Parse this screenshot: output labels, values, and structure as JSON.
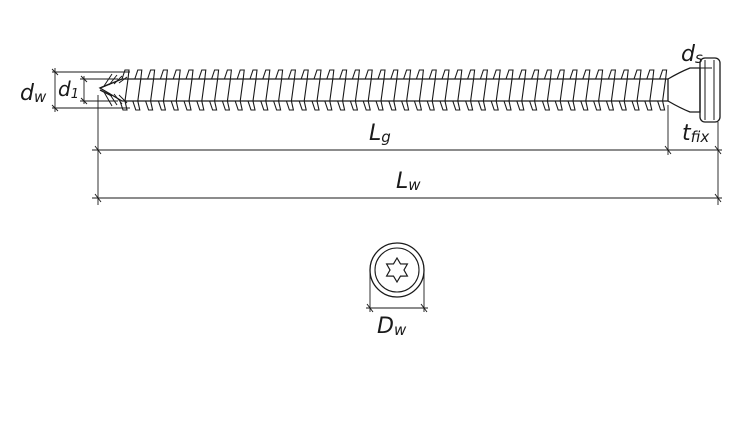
{
  "labels": {
    "d_w": {
      "main": "d",
      "sub": "w"
    },
    "d_1": {
      "main": "d",
      "sub": "1"
    },
    "d_s": {
      "main": "d",
      "sub": "s"
    },
    "L_g": {
      "main": "L",
      "sub": "g"
    },
    "L_w": {
      "main": "L",
      "sub": "w"
    },
    "t_fix": {
      "main": "t",
      "sub": "fix"
    },
    "D_w": {
      "main": "D",
      "sub": "w"
    }
  },
  "drawing": {
    "subject": "screw-with-torx-head",
    "drive_icon": "torx-star-icon",
    "line_color": "#1a1a1a",
    "background": "#ffffff"
  }
}
